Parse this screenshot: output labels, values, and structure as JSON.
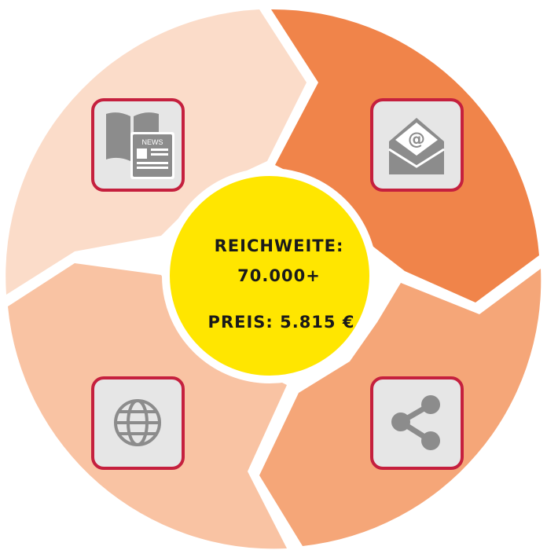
{
  "center": {
    "line1": "REICHWEITE:",
    "line2": "70.000+",
    "line3": "PREIS: 5.815 €",
    "color": "#ffe600"
  },
  "segments": [
    {
      "name": "print",
      "color": "#fbdcc9",
      "icon": "newspaper-icon",
      "icon_label": "NEWS"
    },
    {
      "name": "email",
      "color": "#f0844a",
      "icon": "email-at-icon"
    },
    {
      "name": "social",
      "color": "#f5a678",
      "icon": "share-icon"
    },
    {
      "name": "web",
      "color": "#f9c3a3",
      "icon": "globe-icon"
    }
  ],
  "accent_border": "#c5203e",
  "tile_bg": "#e6e6e6",
  "icon_color": "#8c8c8c"
}
